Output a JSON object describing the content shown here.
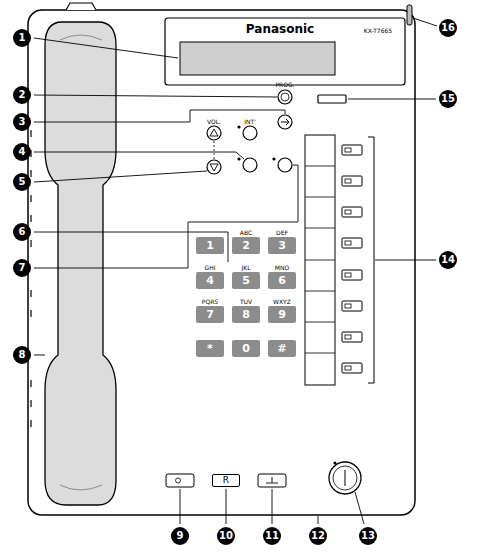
{
  "diagram": {
    "nodes": [
      {
        "text": [
          "1"
        ]
      },
      {
        "text": [
          "ABC",
          "2"
        ]
      },
      {
        "text": [
          "DEF",
          "3"
        ]
      },
      {
        "text": [
          "GHI",
          "4"
        ]
      },
      {
        "text": [
          "JKL",
          "5"
        ]
      },
      {
        "text": [
          "MNO",
          "6"
        ]
      },
      {
        "text": [
          "PQRS",
          "7"
        ]
      },
      {
        "text": [
          "TUV",
          "8"
        ]
      },
      {
        "text": [
          "WXYZ",
          "9"
        ]
      },
      {
        "text": [
          "*"
        ]
      },
      {
        "text": [
          "0"
        ]
      },
      {
        "text": [
          "#"
        ]
      },
      {
        "text": [
          "R"
        ]
      }
    ],
    "labels": [
      "Panasonic",
      "KX-T7665",
      "PROG.",
      "INT'",
      "VOL.",
      "1",
      "2",
      "3",
      "4",
      "5",
      "6",
      "7",
      "8",
      "9",
      "10",
      "11",
      "12",
      "13",
      "14",
      "15",
      "16"
    ]
  }
}
